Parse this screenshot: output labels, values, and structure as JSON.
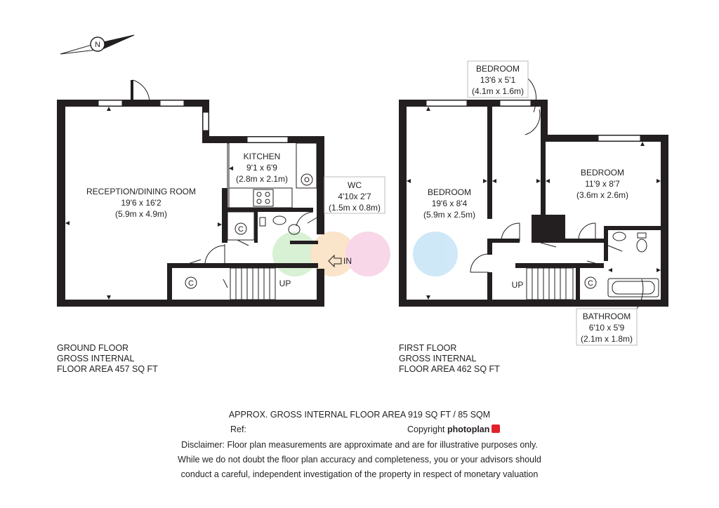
{
  "compass": {
    "label": "N"
  },
  "ground": {
    "rooms": {
      "reception": {
        "name": "RECEPTION/DINING ROOM",
        "imperial": "19'6 x 16'2",
        "metric": "(5.9m x 4.9m)"
      },
      "kitchen": {
        "name": "KITCHEN",
        "imperial": "9'1 x 6'9",
        "metric": "(2.8m x 2.1m)"
      },
      "wc": {
        "name": "WC",
        "imperial": "4'10x 2'7",
        "metric": "(1.5m x 0.8m)"
      }
    },
    "cupboard_label": "C",
    "stairs_label": "UP",
    "entrance_label": "IN",
    "caption": {
      "line1": "GROUND FLOOR",
      "line2": "GROSS INTERNAL",
      "line3": "FLOOR AREA 457 SQ FT"
    }
  },
  "first": {
    "rooms": {
      "bedroom_large": {
        "name": "BEDROOM",
        "imperial": "19'6 x 8'4",
        "metric": "(5.9m x 2.5m)"
      },
      "bedroom_small": {
        "name": "BEDROOM",
        "imperial": "13'6 x 5'1",
        "metric": "(4.1m x 1.6m)"
      },
      "bedroom_right": {
        "name": "BEDROOM",
        "imperial": "11'9 x 8'7",
        "metric": "(3.6m x 2.6m)"
      },
      "bathroom": {
        "name": "BATHROOM",
        "imperial": "6'10 x 5'9",
        "metric": "(2.1m x 1.8m)"
      }
    },
    "cupboard_label": "C",
    "stairs_label": "UP",
    "caption": {
      "line1": "FIRST FLOOR",
      "line2": "GROSS INTERNAL",
      "line3": "FLOOR AREA 462 SQ FT"
    }
  },
  "footer": {
    "total_area": "APPROX. GROSS INTERNAL FLOOR AREA 919 SQ FT / 85 SQM",
    "ref_label": "Ref:",
    "copyright_label": "Copyright",
    "brand": "photoplan",
    "disclaimer1": "Disclaimer: Floor plan measurements are approximate and are for illustrative purposes only.",
    "disclaimer2": "While we do not doubt the floor plan accuracy and completeness, you or your advisors should",
    "disclaimer3": "conduct a careful, independent investigation of the property in respect of monetary valuation"
  },
  "colors": {
    "wall": "#231f20",
    "overlay_green": "#b9e4b0",
    "overlay_orange": "#f6cfa0",
    "overlay_pink": "#f3b8d8",
    "overlay_blue": "#a9d6f2",
    "logo_red": "#e2222b"
  }
}
